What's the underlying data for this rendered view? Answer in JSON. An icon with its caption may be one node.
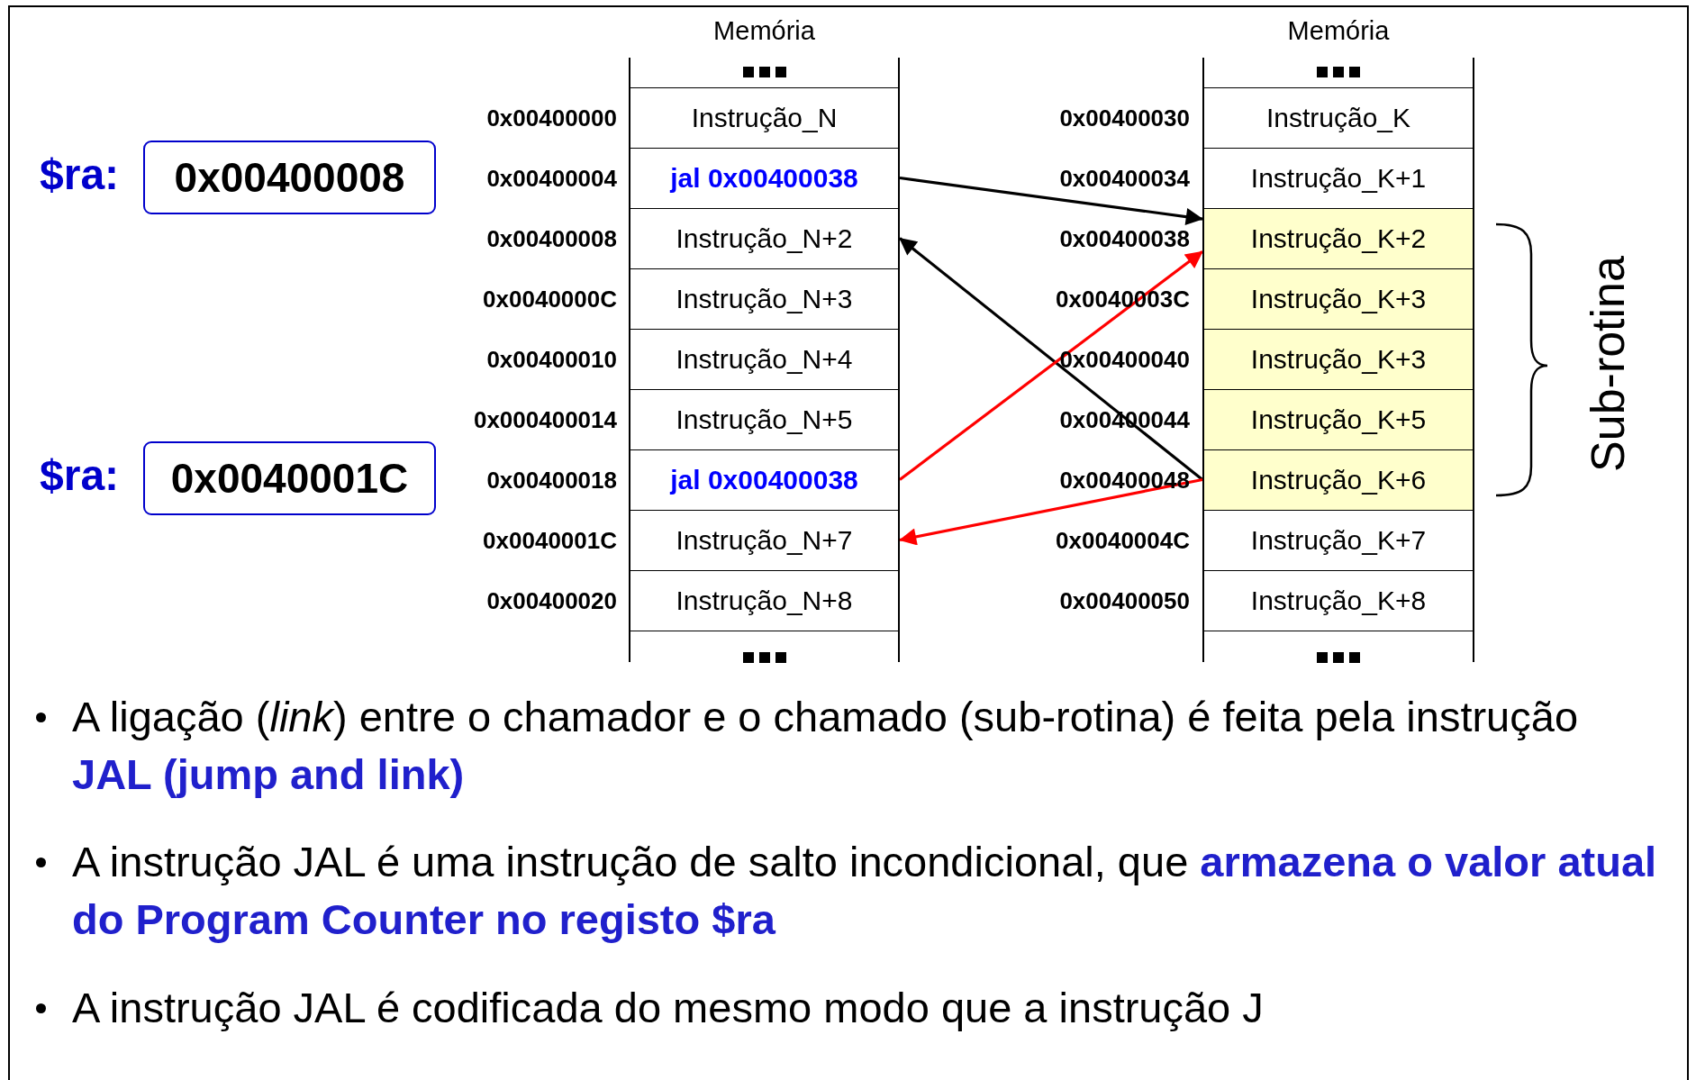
{
  "diagram": {
    "nodes": [
      {
        "text": [
          "0x00400008"
        ],
        "beside": [
          "$ra:"
        ]
      },
      {
        "text": [
          "0x0040001C"
        ],
        "beside": [
          "$ra:"
        ]
      },
      {
        "text": [
          "Memória"
        ]
      },
      {
        "text": [
          "Instrução_N"
        ],
        "in": 2
      },
      {
        "text": [
          "jal 0x00400038"
        ],
        "in": 2
      },
      {
        "text": [
          "Instrução_N+2"
        ],
        "in": 2
      },
      {
        "text": [
          "Instrução_N+3"
        ],
        "in": 2
      },
      {
        "text": [
          "Instrução_N+4"
        ],
        "in": 2
      },
      {
        "text": [
          "Instrução_N+5"
        ],
        "in": 2
      },
      {
        "text": [
          "jal 0x00400038"
        ],
        "in": 2
      },
      {
        "text": [
          "Instrução_N+7"
        ],
        "in": 2
      },
      {
        "text": [
          "Instrução_N+8"
        ],
        "in": 2
      },
      {
        "text": [
          "Memória"
        ]
      },
      {
        "text": [
          "Instrução_K"
        ],
        "in": 12
      },
      {
        "text": [
          "Instrução_K+1"
        ],
        "in": 12
      },
      {
        "text": [
          "Instrução_K+2"
        ],
        "in": 12
      },
      {
        "text": [
          "Instrução_K+3"
        ],
        "in": 12
      },
      {
        "text": [
          "Instrução_K+3"
        ],
        "in": 12
      },
      {
        "text": [
          "Instrução_K+5"
        ],
        "in": 12
      },
      {
        "text": [
          "Instrução_K+6"
        ],
        "in": 12
      },
      {
        "text": [
          "Instrução_K+7"
        ],
        "in": 12
      },
      {
        "text": [
          "Instrução_K+8"
        ],
        "in": 12
      }
    ],
    "edges": [
      {
        "from": 4,
        "to": 15,
        "arrow": "to"
      },
      {
        "from": 19,
        "to": 5,
        "arrow": "to"
      },
      {
        "from": 9,
        "to": 15,
        "arrow": "to",
        "color": "#ff0000"
      },
      {
        "from": 19,
        "to": 10,
        "arrow": "to",
        "color": "#ff0000"
      }
    ],
    "labels": [
      "0x00400000",
      "0x00400004",
      "0x00400008",
      "0x0040000C",
      "0x00400010",
      "0x000400014",
      "0x00400018",
      "0x0040001C",
      "0x00400020",
      "0x00400030",
      "0x00400034",
      "0x00400038",
      "0x0040003C",
      "0x00400040",
      "0x00400044",
      "0x00400048",
      "0x0040004C",
      "0x00400050",
      "Sub-rotina",
      "A ligação (*link*) entre o chamador e o chamado (sub-rotina) é feita pela instrução **JAL (jump and link)**",
      "A instrução JAL é uma instrução de salto incondicional, que **armazena o valor atual do Program Counter no registo $ra**",
      "A instrução JAL é codificada do mesmo modo que a instrução J"
    ]
  }
}
